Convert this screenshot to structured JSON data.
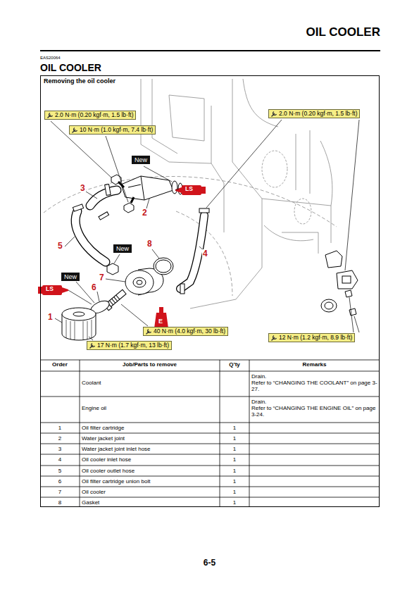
{
  "diagram": {
    "title": "OIL COOLER",
    "nodes": [
      {
        "text": [
          "Removing the oil cooler"
        ]
      },
      {
        "text": [
          "2.0 N·m (0.20 kgf·m, 1.5 lb·ft)"
        ],
        "in": 0
      },
      {
        "text": [
          "2.0 N·m (0.20 kgf·m, 1.5 lb·ft)"
        ],
        "in": 0
      },
      {
        "text": [
          "10 N·m (1.0 kgf·m, 7.4 lb·ft)"
        ],
        "in": 0
      },
      {
        "text": [
          "New"
        ],
        "in": 0
      },
      {
        "text": [
          "New"
        ],
        "in": 0
      },
      {
        "text": [
          "New"
        ],
        "in": 0
      },
      {
        "text": [
          "40 N·m (4.0 kgf·m, 30 lb·ft)"
        ],
        "in": 0
      },
      {
        "text": [
          "12 N·m (1.2 kgf·m, 8.9 lb·ft)"
        ],
        "in": 0
      },
      {
        "text": [
          "17 N·m (1.7 kgf·m, 13 lb·ft)"
        ],
        "in": 0
      }
    ],
    "labels": [
      "EAS20064",
      "OIL COOLER",
      "3",
      "2",
      "5",
      "8",
      "4",
      "7",
      "6",
      "1",
      "LS",
      "LS",
      "E",
      "Order",
      "Job/Parts to remove",
      "Q’ty",
      "Remarks",
      "Coolant",
      "Drain.",
      "Refer to “CHANGING THE COOLANT” on page 3-27.",
      "Engine oil",
      "Drain.",
      "Refer to “CHANGING THE ENGINE OIL” on page 3-24.",
      "1",
      "Oil filter cartridge",
      "1",
      "2",
      "Water jacket joint",
      "1",
      "3",
      "Water jacket joint inlet hose",
      "1",
      "4",
      "Oil cooler inlet hose",
      "1",
      "5",
      "Oil cooler outlet hose",
      "1",
      "6",
      "Oil filter cartridge union bolt",
      "1",
      "7",
      "Oil cooler",
      "1",
      "8",
      "Gasket",
      "1",
      "6-5"
    ]
  }
}
